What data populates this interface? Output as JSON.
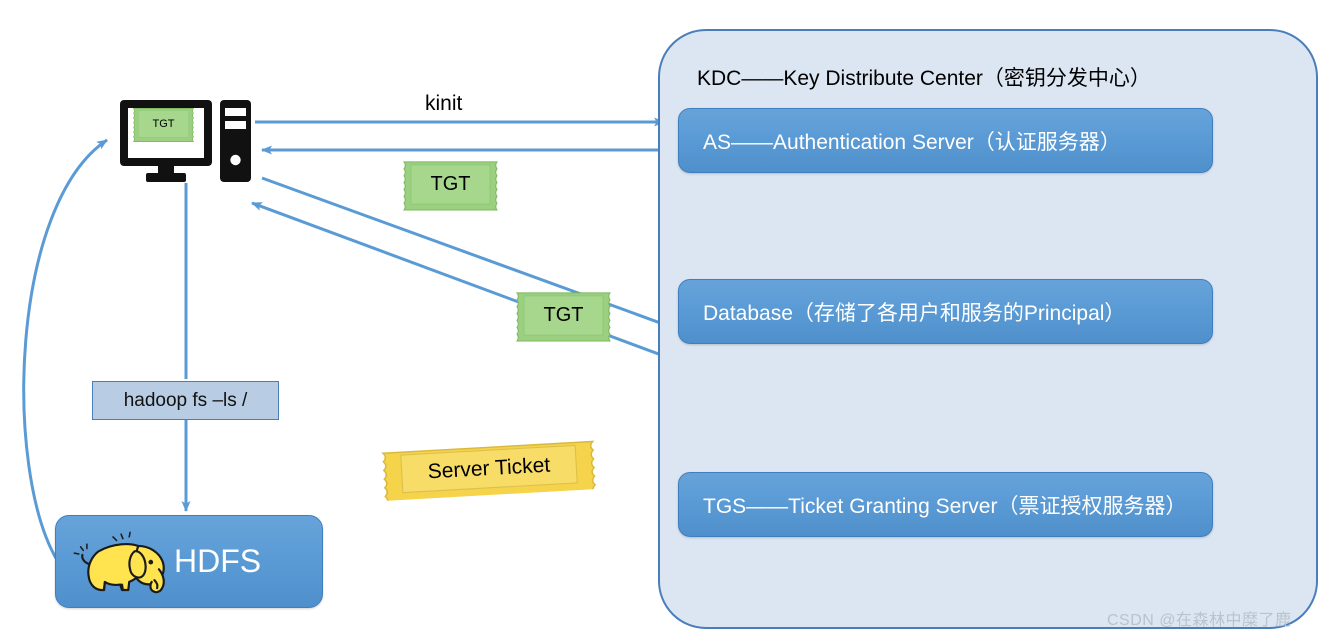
{
  "diagram": {
    "title_visible": false,
    "kdc": {
      "title": "KDC——Key Distribute Center（密钥分发中心）",
      "boxes": [
        {
          "id": "as",
          "label": "AS——Authentication Server（认证服务器）"
        },
        {
          "id": "db",
          "label": "Database（存储了各用户和服务的Principal）"
        },
        {
          "id": "tgs",
          "label": "TGS——Ticket Granting Server（票证授权服务器）"
        }
      ]
    },
    "client": {
      "monitor_ticket_label": "TGT",
      "icon": "desktop-computer-icon"
    },
    "command_box": {
      "label": "hadoop fs –ls /"
    },
    "hdfs": {
      "label": "HDFS",
      "icon": "hadoop-elephant-icon"
    },
    "tickets": [
      {
        "id": "tgt-monitor",
        "label": "TGT",
        "color": "#92d050"
      },
      {
        "id": "tgt-1",
        "label": "TGT",
        "color": "#92d050"
      },
      {
        "id": "tgt-2",
        "label": "TGT",
        "color": "#92d050"
      },
      {
        "id": "server-ticket",
        "label": "Server Ticket",
        "color": "#ffd24d"
      }
    ],
    "edge_labels": {
      "kinit": "kinit"
    },
    "colors": {
      "kdc_fill": "#dce6f2",
      "kdc_border": "#4a7ebb",
      "box_fill": "#5b9bd5",
      "box_border": "#3f7fc0",
      "arrow": "#5b9bd5",
      "command_fill": "#b8cce4",
      "ticket_green": "#92d050",
      "ticket_yellow": "#ffd24d",
      "elephant": "#ffe14d"
    }
  },
  "watermark": {
    "text": "CSDN @在森林中糜了鹿"
  }
}
